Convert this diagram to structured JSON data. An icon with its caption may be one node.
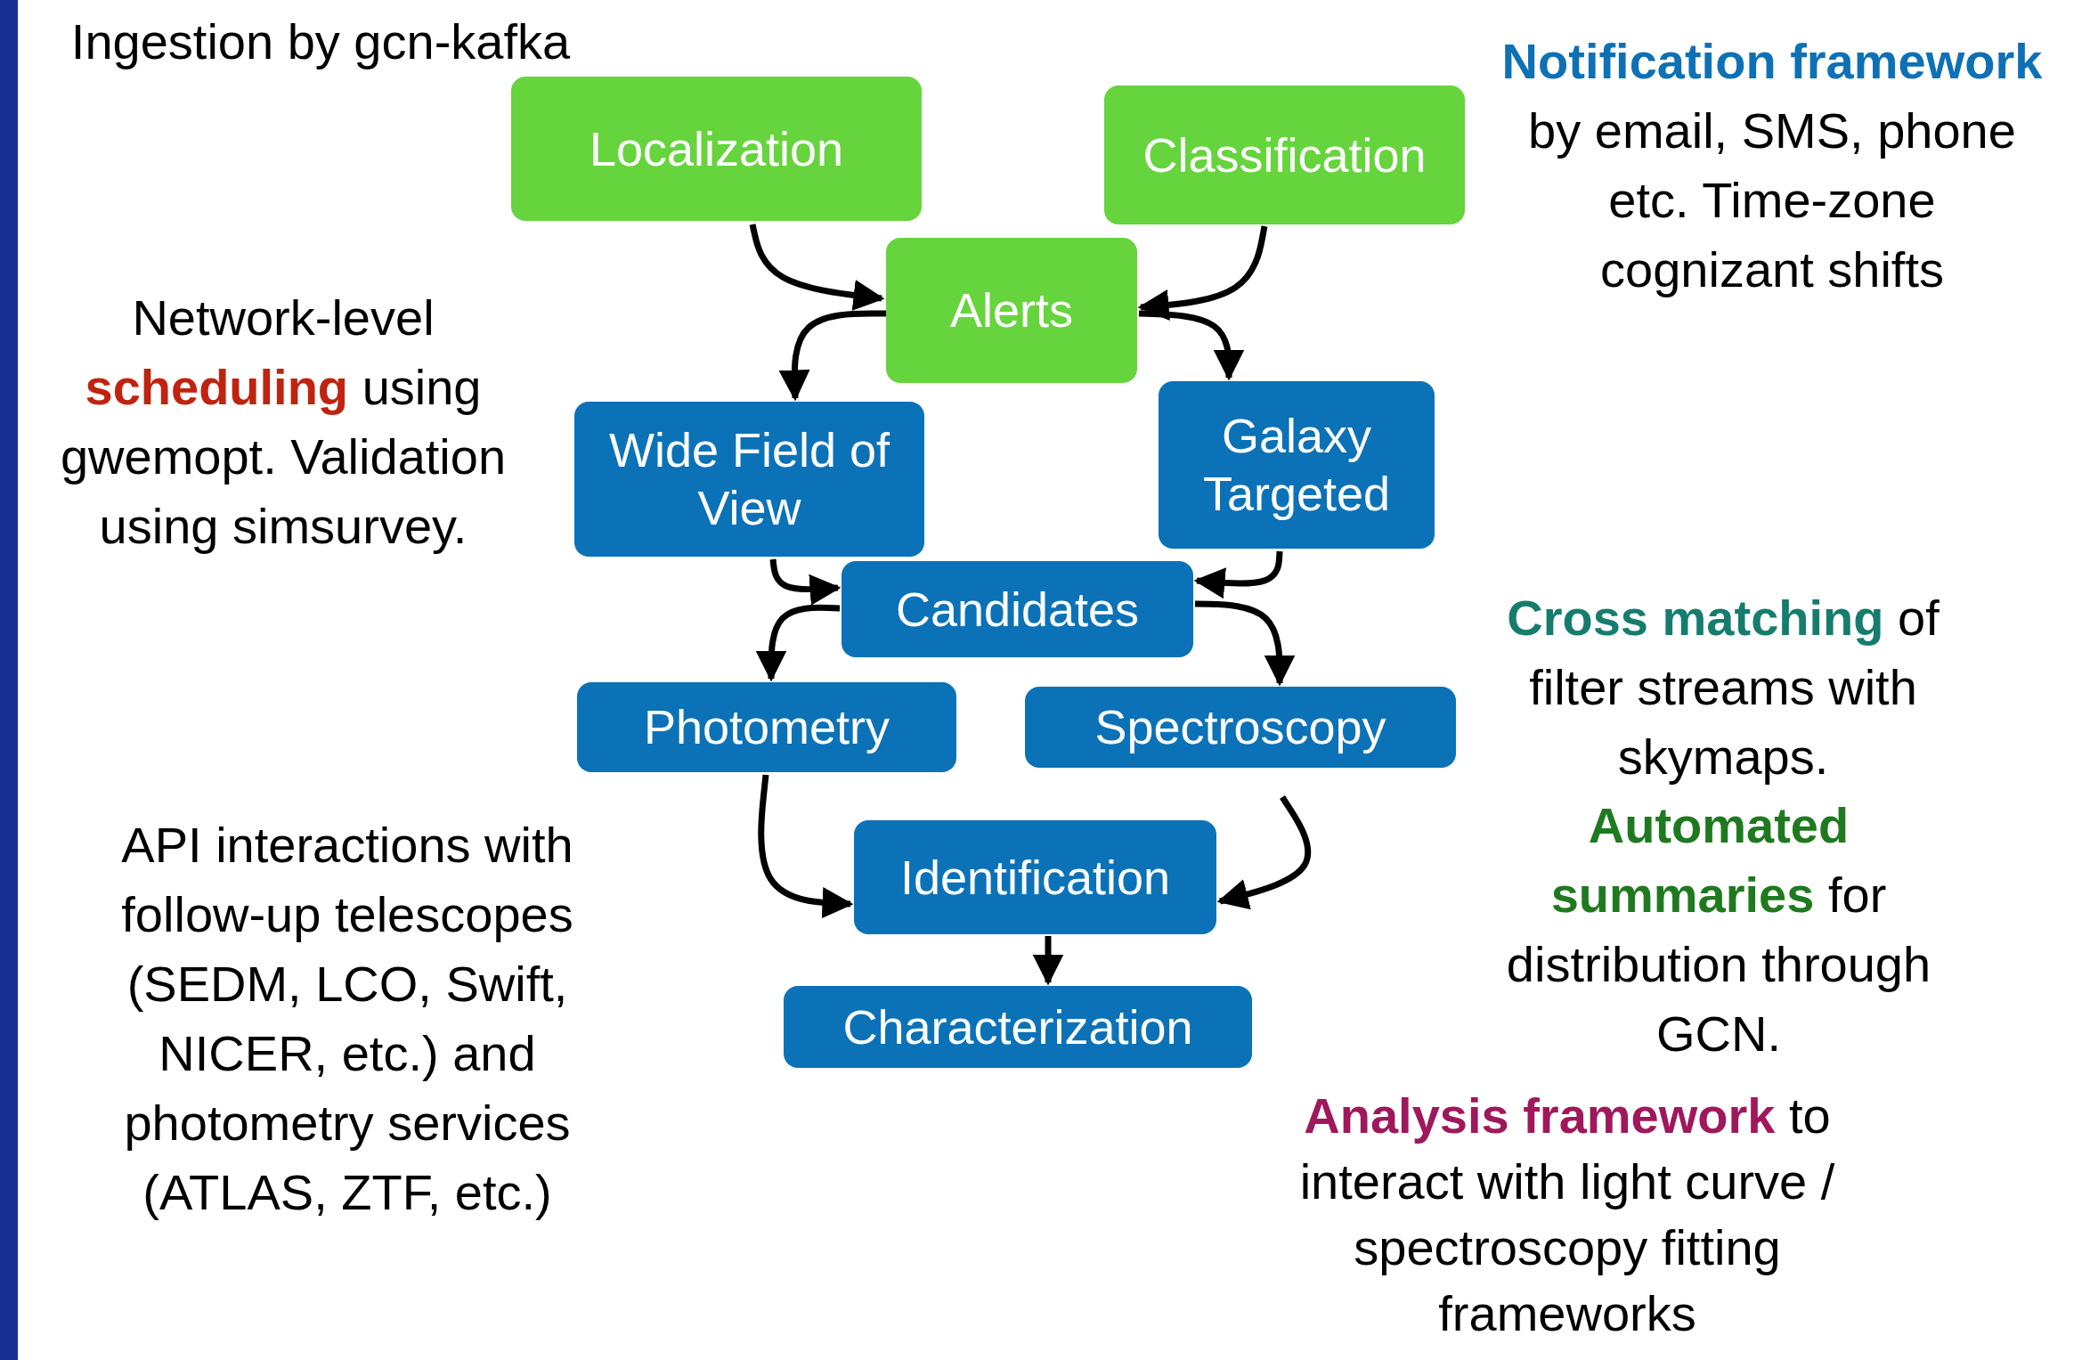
{
  "diagram": {
    "nodes": [
      {
        "text": [
          "Localization"
        ]
      },
      {
        "text": [
          "Classification"
        ]
      },
      {
        "text": [
          "Alerts"
        ]
      },
      {
        "text": [
          "Wide Field of View"
        ]
      },
      {
        "text": [
          "Galaxy Targeted"
        ]
      },
      {
        "text": [
          "Candidates"
        ]
      },
      {
        "text": [
          "Photometry"
        ]
      },
      {
        "text": [
          "Spectroscopy"
        ]
      },
      {
        "text": [
          "Identification"
        ]
      },
      {
        "text": [
          "Characterization"
        ]
      },
      {
        "text": [],
        "shape": "bar"
      }
    ],
    "edges": [
      {
        "from": 0,
        "to": 2,
        "arrow": "to"
      },
      {
        "from": 2,
        "to": 3,
        "arrow": "to"
      },
      {
        "from": 1,
        "to": 2,
        "arrow": "to"
      },
      {
        "from": 2,
        "to": 4,
        "arrow": "to"
      },
      {
        "from": 3,
        "to": 5,
        "arrow": "to"
      },
      {
        "from": 4,
        "to": 5,
        "arrow": "to"
      },
      {
        "from": 5,
        "to": 6,
        "arrow": "to"
      },
      {
        "from": 5,
        "to": 7,
        "arrow": "to"
      },
      {
        "from": 6,
        "to": 8,
        "arrow": "to"
      },
      {
        "from": 7,
        "to": 8,
        "arrow": "to"
      },
      {
        "from": 8,
        "to": 9,
        "arrow": "to"
      }
    ],
    "labels": [
      "Ingestion by gcn-kafka",
      "Network-level **scheduling** using gwemopt. Validation using simsurvey.",
      "API interactions with follow-up telescopes (SEDM, LCO, Swift, NICER, etc.) and photometry services (ATLAS, ZTF, etc.)",
      "**Notification framework** by email, SMS, phone etc. Time-zone cognizant shifts",
      "**Cross matching** of filter streams with skymaps.",
      "**Automated summaries** for distribution through GCN.",
      "**Analysis framework** to interact with light curve / spectroscopy fitting frameworks"
    ]
  }
}
